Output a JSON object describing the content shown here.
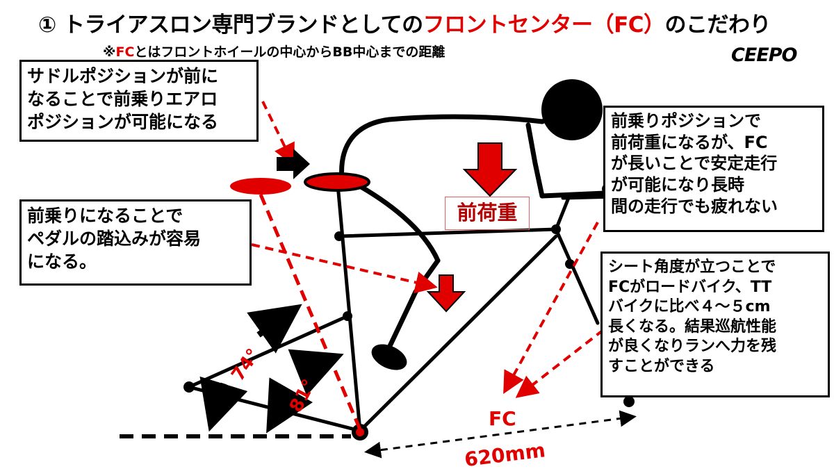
{
  "title": {
    "part1": "① トライアスロン専門ブランドとしての",
    "part2_red": "フロントセンター（FC）",
    "part3": "のこだわり"
  },
  "subtitle": {
    "prefix": "※",
    "red": "FC",
    "rest": "とはフロントホイールの中心からBB中心までの距離"
  },
  "logo": "CEEPO",
  "callouts": {
    "saddle": [
      "サドルポジションが前に",
      "なることで前乗りエアロ",
      "ポジションが可能になる"
    ],
    "pedal": [
      "前乗りになることで",
      "ペダルの踏込みが容易",
      "になる。"
    ],
    "front_load": [
      "前乗りポジションで",
      "前荷重になるが、FC",
      "が長いことで安定走行",
      "が可能になり長時",
      "間の走行でも疲れない"
    ],
    "seat_angle": [
      "シート角度が立つことで",
      "FCがロードバイク、TT",
      "バイクに比べ４～５cm",
      "長くなる。結果巡航性能",
      "が良くなりランへ力を残",
      "すことができる"
    ]
  },
  "labels": {
    "front_load": "前荷重",
    "angle_74": "74°",
    "angle_81": "81°",
    "fc": "FC",
    "fc_length": "620mm"
  },
  "colors": {
    "accent_red": "#e00000",
    "dark_red": "#b00000",
    "ink": "#000000"
  }
}
